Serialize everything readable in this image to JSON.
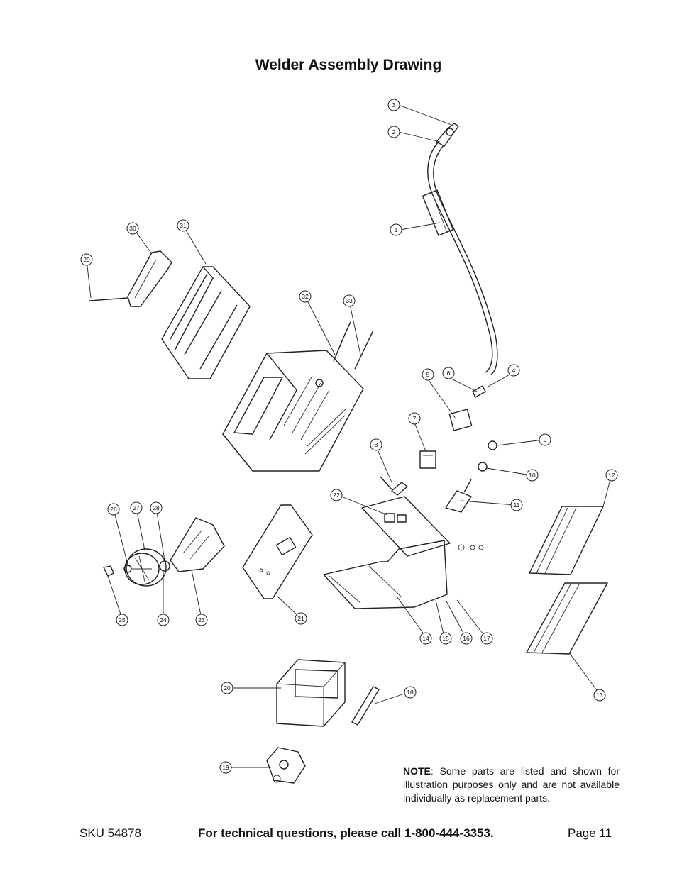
{
  "page": {
    "title": "Welder Assembly Drawing",
    "note_label": "NOTE",
    "note_text": ": Some parts are listed and shown for illustration purposes only and are not available individually as replacement parts.",
    "footer": {
      "sku": "SKU 54878",
      "tech_line": "For technical questions, please call 1-800-444-3353.",
      "page": "Page 11"
    }
  },
  "drawing": {
    "callouts": [
      "1",
      "2",
      "3",
      "4",
      "5",
      "6",
      "7",
      "8",
      "9",
      "10",
      "11",
      "12",
      "13",
      "14",
      "15",
      "16",
      "17",
      "18",
      "19",
      "20",
      "21",
      "22",
      "23",
      "24",
      "25",
      "26",
      "27",
      "28",
      "29",
      "30",
      "31",
      "32",
      "33"
    ]
  }
}
